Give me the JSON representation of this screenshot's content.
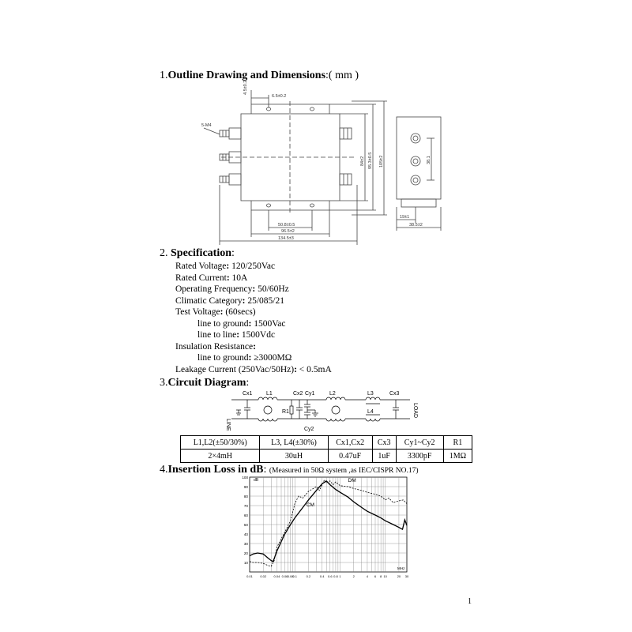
{
  "sections": {
    "outline": {
      "number": "1.",
      "title": "Outline Drawing and Dimensions",
      "unit": ":( mm )"
    },
    "spec": {
      "number": "2. ",
      "title": "Specification",
      "colon": ":"
    },
    "circuit": {
      "number": "3.",
      "title": "Circuit Diagram",
      "colon": ":"
    },
    "loss": {
      "number": "4.",
      "title": "Insertion Loss in dB",
      "colon": ":",
      "note": "(Measured in 50Ω  system ,as IEC/CISPR NO.17)"
    }
  },
  "dimensions": {
    "d1": "4.5±0.2",
    "d2": "6.5±0.2",
    "screw": "5-M4",
    "d3": "50.8±0.5",
    "d4": "96.5±2",
    "d5": "134.5±3",
    "d6": "84±2",
    "d7": "95.3±0.5",
    "d8": "105±2",
    "d9": "38.1",
    "d10": "19±1",
    "d11": "38.5±2"
  },
  "specification": [
    {
      "label": "Rated Voltage",
      "sep": ":",
      "value": " 120/250Vac",
      "indent": 0
    },
    {
      "label": "Rated Current",
      "sep": ":",
      "value": " 10A",
      "indent": 0
    },
    {
      "label": "Operating Frequency",
      "sep": ":",
      "value": " 50/60Hz",
      "indent": 0
    },
    {
      "label": "Climatic Category",
      "sep": ":",
      "value": " 25/085/21",
      "indent": 0
    },
    {
      "label": "Test Voltage",
      "sep": ":",
      "value": " (60secs)",
      "indent": 0
    },
    {
      "label": "line to ground",
      "sep": ":",
      "value": " 1500Vac",
      "indent": 1
    },
    {
      "label": "line to line",
      "sep": ":",
      "value": " 1500Vdc",
      "indent": 1
    },
    {
      "label": "Insulation Resistance",
      "sep": ":",
      "value": "",
      "indent": 0
    },
    {
      "label": "line to ground",
      "sep": ":",
      "value": "  ≥3000MΩ",
      "indent": 1
    },
    {
      "label": "Leakage Current (250Vac/50Hz)",
      "sep": ":",
      "value": " < 0.5mA",
      "indent": 0
    }
  ],
  "circuit": {
    "cx1": "Cx1",
    "l1": "L1",
    "cx2": "Cx2",
    "cy1": "Cy1",
    "l2": "L2",
    "l3": "L3",
    "cx3": "Cx3",
    "r1": "R1",
    "l4": "L4",
    "cy2": "Cy2",
    "line": "LINE",
    "load": "LOAD"
  },
  "parts_table": {
    "headers": [
      "L1,L2(±50/30%)",
      "L3, L4(±30%)",
      "Cx1,Cx2",
      "Cx3",
      "Cy1~Cy2",
      "R1"
    ],
    "values": [
      "2×4mH",
      "30uH",
      "0.47uF",
      "1uF",
      "3300pF",
      "1MΩ"
    ]
  },
  "chart_data": {
    "type": "line",
    "xscale": "log",
    "xlim": [
      0.01,
      30
    ],
    "ylim": [
      0,
      100
    ],
    "ylabel": "dB",
    "xlabel": "MHz",
    "grid": true,
    "y_ticks": [
      10,
      20,
      30,
      40,
      50,
      60,
      70,
      80,
      90,
      100
    ],
    "x_ticks": [
      {
        "v": 0.01,
        "label": "0.01"
      },
      {
        "v": 0.02,
        "label": "0.02"
      },
      {
        "v": 0.04,
        "label": "0.04"
      },
      {
        "v": 0.06,
        "label": "0.06"
      },
      {
        "v": 0.08,
        "label": "0.08"
      },
      {
        "v": 0.1,
        "label": "0.1"
      },
      {
        "v": 0.2,
        "label": "0.2"
      },
      {
        "v": 0.4,
        "label": "0.4"
      },
      {
        "v": 0.6,
        "label": "0.6"
      },
      {
        "v": 0.8,
        "label": "0.8"
      },
      {
        "v": 1,
        "label": "1"
      },
      {
        "v": 2,
        "label": "2"
      },
      {
        "v": 4,
        "label": "4"
      },
      {
        "v": 6,
        "label": "6"
      },
      {
        "v": 8,
        "label": "8"
      },
      {
        "v": 10,
        "label": "10"
      },
      {
        "v": 20,
        "label": "20"
      },
      {
        "v": 30,
        "label": "30"
      }
    ],
    "series": [
      {
        "name": "CM",
        "style": "solid",
        "points": [
          [
            0.01,
            17
          ],
          [
            0.012,
            19
          ],
          [
            0.015,
            20
          ],
          [
            0.02,
            19
          ],
          [
            0.025,
            15
          ],
          [
            0.03,
            12
          ],
          [
            0.033,
            11
          ],
          [
            0.04,
            22
          ],
          [
            0.05,
            32
          ],
          [
            0.06,
            40
          ],
          [
            0.08,
            50
          ],
          [
            0.1,
            57
          ],
          [
            0.15,
            68
          ],
          [
            0.2,
            76
          ],
          [
            0.3,
            86
          ],
          [
            0.4,
            93
          ],
          [
            0.5,
            96
          ],
          [
            0.6,
            92
          ],
          [
            0.8,
            87
          ],
          [
            1,
            84
          ],
          [
            1.5,
            79
          ],
          [
            2,
            74
          ],
          [
            3,
            68
          ],
          [
            4,
            64
          ],
          [
            6,
            60
          ],
          [
            8,
            57
          ],
          [
            10,
            54
          ],
          [
            15,
            50
          ],
          [
            20,
            47
          ],
          [
            24,
            45
          ],
          [
            27,
            55
          ],
          [
            30,
            49
          ]
        ]
      },
      {
        "name": "DM",
        "style": "dashed",
        "points": [
          [
            0.01,
            11
          ],
          [
            0.012,
            10
          ],
          [
            0.015,
            10
          ],
          [
            0.02,
            9
          ],
          [
            0.025,
            7
          ],
          [
            0.03,
            6
          ],
          [
            0.035,
            12
          ],
          [
            0.04,
            26
          ],
          [
            0.05,
            35
          ],
          [
            0.06,
            42
          ],
          [
            0.08,
            54
          ],
          [
            0.1,
            72
          ],
          [
            0.12,
            80
          ],
          [
            0.15,
            78
          ],
          [
            0.2,
            85
          ],
          [
            0.3,
            90
          ],
          [
            0.35,
            86
          ],
          [
            0.4,
            92
          ],
          [
            0.45,
            97
          ],
          [
            0.5,
            94
          ],
          [
            0.6,
            96
          ],
          [
            0.7,
            92
          ],
          [
            0.8,
            95
          ],
          [
            1,
            91
          ],
          [
            1.5,
            90
          ],
          [
            2,
            88
          ],
          [
            3,
            86
          ],
          [
            4,
            84
          ],
          [
            6,
            82
          ],
          [
            8,
            80
          ],
          [
            10,
            76
          ],
          [
            12,
            78
          ],
          [
            15,
            73
          ],
          [
            20,
            75
          ],
          [
            25,
            76
          ],
          [
            30,
            72
          ]
        ]
      }
    ]
  },
  "page": {
    "number": "1"
  }
}
